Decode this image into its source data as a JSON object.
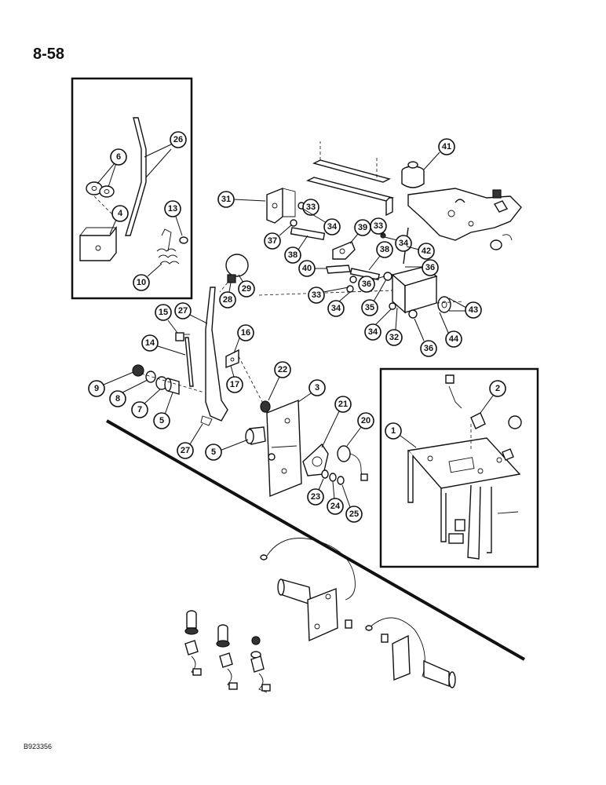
{
  "page_number": "8-58",
  "figure_code": "B923356",
  "callouts": [
    "1",
    "2",
    "3",
    "4",
    "5",
    "5",
    "6",
    "7",
    "8",
    "9",
    "10",
    "13",
    "14",
    "15",
    "16",
    "17",
    "20",
    "21",
    "22",
    "23",
    "24",
    "25",
    "26",
    "27",
    "27",
    "28",
    "29",
    "31",
    "32",
    "33",
    "33",
    "33",
    "34",
    "34",
    "34",
    "34",
    "35",
    "36",
    "36",
    "36",
    "37",
    "38",
    "38",
    "39",
    "40",
    "41",
    "42",
    "43",
    "44"
  ]
}
